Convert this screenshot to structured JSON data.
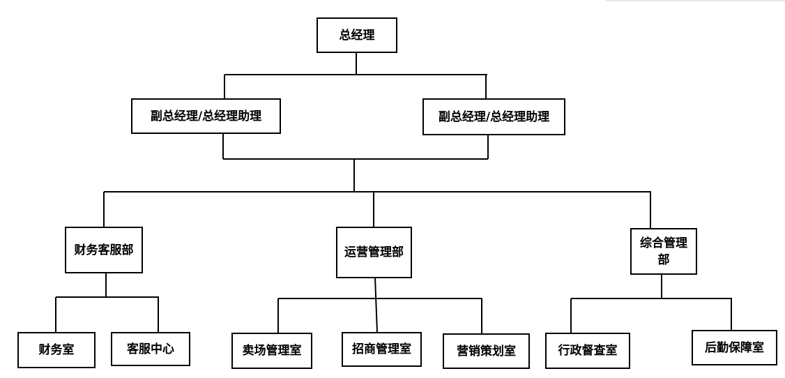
{
  "org_chart": {
    "root": {
      "label": "总经理"
    },
    "deputies": [
      {
        "label": "副总经理/总经理助理"
      },
      {
        "label": "副总经理/总经理助理"
      }
    ],
    "departments": [
      {
        "label": "财务客服部",
        "offices": [
          {
            "label": "财务室"
          },
          {
            "label": "客服中心"
          }
        ]
      },
      {
        "label": "运营管理部",
        "offices": [
          {
            "label": "卖场管理室"
          },
          {
            "label": "招商管理室"
          },
          {
            "label": "营销策划室"
          }
        ]
      },
      {
        "label": "综合管理部",
        "offices": [
          {
            "label": "行政督查室"
          },
          {
            "label": "后勤保障室"
          }
        ]
      }
    ]
  }
}
